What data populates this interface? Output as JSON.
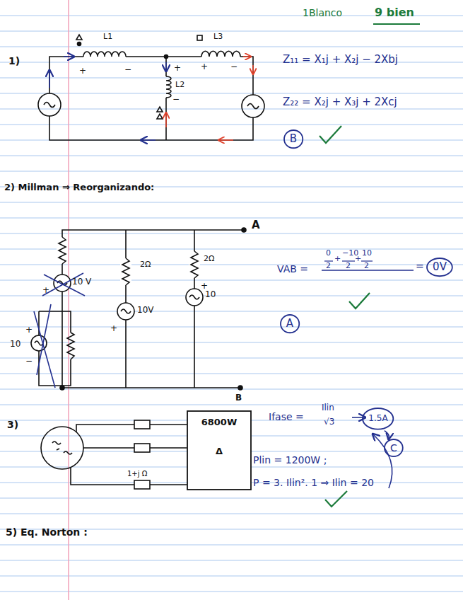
{
  "diagram": {
    "nodes": [
      {
        "text": [
          "B"
        ]
      },
      {
        "text": [
          "0V"
        ]
      },
      {
        "text": [
          "A"
        ]
      },
      {
        "text": [
          "6800W",
          "Δ"
        ]
      },
      {
        "text": [
          "1.5A"
        ]
      },
      {
        "text": [
          "C"
        ]
      }
    ],
    "edges": [
      {
        "from": 4,
        "to": 5,
        "arrow": "to"
      }
    ],
    "labels": [
      "1Blanco",
      "9 bien",
      "1)",
      "L1",
      "L3",
      "L2",
      "+",
      "−",
      "+",
      "+",
      "−",
      "−",
      "Z₁₁ = X₁j + X₂j − 2Xbj",
      "Z₂₂ = X₂j + X₃j + 2Xcj",
      "2) Millman ⇒ Reorganizando:",
      "A",
      "B",
      "2Ω",
      "2Ω",
      "10 V",
      "10V",
      "10",
      "10",
      "VAB =",
      "0",
      "2",
      "+",
      "−10",
      "2",
      "+",
      "10",
      "2",
      "=",
      "3)",
      "1+j Ω",
      "Ifase =",
      "Ilin",
      "√3",
      "Plin = 1200W ;",
      "P = 3. Ilin². 1 ⇒ Ilin = 20",
      "5) Eq. Norton :",
      "+",
      "+",
      "+",
      "+",
      "−"
    ]
  }
}
